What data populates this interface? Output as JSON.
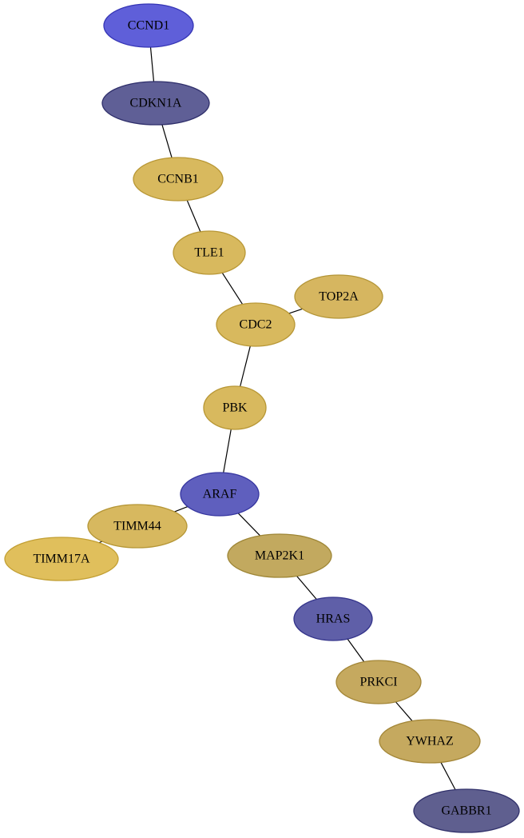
{
  "graph": {
    "nodes": [
      {
        "id": "CCND1",
        "label": "CCND1",
        "fill": "#5f5fd9",
        "stroke": "#3535b5"
      },
      {
        "id": "CDKN1A",
        "label": "CDKN1A",
        "fill": "#5f5f96",
        "stroke": "#2f2f6b"
      },
      {
        "id": "CCNB1",
        "label": "CCNB1",
        "fill": "#d8b95e",
        "stroke": "#b89735"
      },
      {
        "id": "TLE1",
        "label": "TLE1",
        "fill": "#d8b95e",
        "stroke": "#b89735"
      },
      {
        "id": "TOP2A",
        "label": "TOP2A",
        "fill": "#d6b660",
        "stroke": "#b39537"
      },
      {
        "id": "CDC2",
        "label": "CDC2",
        "fill": "#d8b95e",
        "stroke": "#b89735"
      },
      {
        "id": "PBK",
        "label": "PBK",
        "fill": "#d8b95e",
        "stroke": "#b89735"
      },
      {
        "id": "ARAF",
        "label": "ARAF",
        "fill": "#5f5fbe",
        "stroke": "#3636a0"
      },
      {
        "id": "TIMM44",
        "label": "TIMM44",
        "fill": "#d7b85f",
        "stroke": "#b59636"
      },
      {
        "id": "TIMM17A",
        "label": "TIMM17A",
        "fill": "#e0bf5c",
        "stroke": "#c29f33"
      },
      {
        "id": "MAP2K1",
        "label": "MAP2K1",
        "fill": "#c2a95f",
        "stroke": "#9e8636"
      },
      {
        "id": "HRAS",
        "label": "HRAS",
        "fill": "#5f5fa8",
        "stroke": "#33338a"
      },
      {
        "id": "PRKCI",
        "label": "PRKCI",
        "fill": "#c5a95f",
        "stroke": "#a38637"
      },
      {
        "id": "YWHAZ",
        "label": "YWHAZ",
        "fill": "#c5a95f",
        "stroke": "#a38637"
      },
      {
        "id": "GABBR1",
        "label": "GABBR1",
        "fill": "#5f5f8f",
        "stroke": "#31316b"
      }
    ],
    "edges": [
      {
        "from": "CCND1",
        "to": "CDKN1A"
      },
      {
        "from": "CDKN1A",
        "to": "CCNB1"
      },
      {
        "from": "CCNB1",
        "to": "TLE1"
      },
      {
        "from": "TLE1",
        "to": "CDC2"
      },
      {
        "from": "CDC2",
        "to": "TOP2A"
      },
      {
        "from": "CDC2",
        "to": "PBK"
      },
      {
        "from": "PBK",
        "to": "ARAF"
      },
      {
        "from": "ARAF",
        "to": "TIMM44"
      },
      {
        "from": "TIMM44",
        "to": "TIMM17A"
      },
      {
        "from": "ARAF",
        "to": "MAP2K1"
      },
      {
        "from": "MAP2K1",
        "to": "HRAS"
      },
      {
        "from": "HRAS",
        "to": "PRKCI"
      },
      {
        "from": "PRKCI",
        "to": "YWHAZ"
      },
      {
        "from": "YWHAZ",
        "to": "GABBR1"
      }
    ]
  }
}
